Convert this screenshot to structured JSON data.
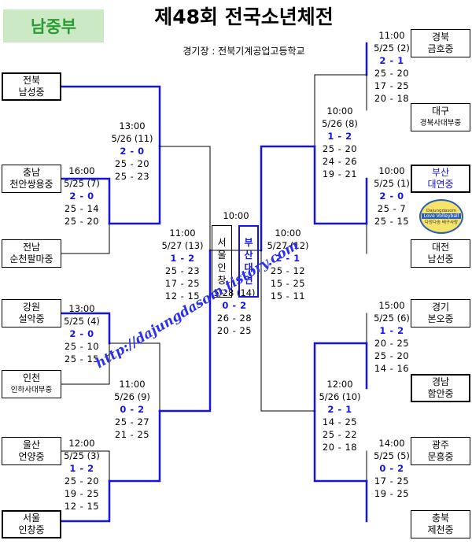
{
  "header": {
    "division": "남중부",
    "title": "제48회 전국소년체전",
    "venue": "경기장 : 전북기계공업고등학교"
  },
  "teams": {
    "jb_namseong": [
      "전북",
      "남성중"
    ],
    "cn_cheonan": [
      "충남",
      "천안쌍용중"
    ],
    "jn_suncheon": [
      "전남",
      "순천팔마중"
    ],
    "gw_seorak": [
      "강원",
      "설악중"
    ],
    "ic_inha": [
      "인천",
      "인하사대부중"
    ],
    "us_eonyang": [
      "울산",
      "언양중"
    ],
    "se_inchang": [
      "서울",
      "인창중"
    ],
    "gb_geumho": [
      "경북",
      "금호중"
    ],
    "dg_kyungbuk": [
      "대구",
      "경북사대부중"
    ],
    "bs_daeyeon": [
      "부산",
      "대연중"
    ],
    "dj_namseon": [
      "대전",
      "남선중"
    ],
    "gg_bono": [
      "경기",
      "본오중"
    ],
    "gn_haman": [
      "경남",
      "함안중"
    ],
    "gj_munheung": [
      "광주",
      "문흥중"
    ],
    "cb_jecheon": [
      "충북",
      "제천중"
    ]
  },
  "matches": {
    "L1": {
      "time": "16:00",
      "date": "5/25 (7)",
      "sets": [
        "2 - 0",
        "25 - 14",
        "25 - 20"
      ]
    },
    "L2": {
      "time": "13:00",
      "date": "5/25 (4)",
      "sets": [
        "2 - 0",
        "25 - 10",
        "25 - 15"
      ]
    },
    "L3": {
      "time": "12:00",
      "date": "5/25 (3)",
      "sets": [
        "1 - 2",
        "25 - 20",
        "19 - 25",
        "12 - 15"
      ]
    },
    "L4": {
      "time": "13:00",
      "date": "5/26 (11)",
      "sets": [
        "2 - 0",
        "25 - 20",
        "25 - 23"
      ]
    },
    "L5": {
      "time": "11:00",
      "date": "5/26 (9)",
      "sets": [
        "0 - 2",
        "25 - 27",
        "21 - 25"
      ]
    },
    "LS": {
      "time": "11:00",
      "date": "5/27 (13)",
      "sets": [
        "1 - 2",
        "25 - 23",
        "17 - 25",
        "12 - 15"
      ]
    },
    "F": {
      "time": "10:00",
      "date": "5/28 (14)",
      "sets": [
        "0 - 2",
        "26 - 28",
        "20 - 25"
      ]
    },
    "RS": {
      "time": "10:00",
      "date": "5/27 (12)",
      "sets": [
        "2 - 1",
        "25 - 12",
        "15 - 25",
        "15 - 11"
      ]
    },
    "R1": {
      "time": "11:00",
      "date": "5/25 (2)",
      "sets": [
        "2 - 1",
        "25 - 20",
        "17 - 25",
        "20 - 18"
      ]
    },
    "R2": {
      "time": "10:00",
      "date": "5/25 (1)",
      "sets": [
        "2 - 0",
        "25 - 7",
        "25 - 15"
      ]
    },
    "R3": {
      "time": "15:00",
      "date": "5/25 (6)",
      "sets": [
        "1 - 2",
        "20 - 25",
        "25 - 20",
        "14 - 16"
      ]
    },
    "R4": {
      "time": "14:00",
      "date": "5/25 (5)",
      "sets": [
        "0 - 2",
        "17 - 25",
        "19 - 25"
      ]
    },
    "R5": {
      "time": "10:00",
      "date": "5/26 (8)",
      "sets": [
        "1 - 2",
        "25 - 20",
        "24 - 26",
        "19 - 21"
      ]
    },
    "R6": {
      "time": "12:00",
      "date": "5/26 (10)",
      "sets": [
        "2 - 1",
        "14 - 25",
        "25 - 22",
        "20 - 18"
      ]
    }
  },
  "finalists": {
    "left": [
      "서",
      "울",
      "인",
      "창"
    ],
    "right": [
      "부",
      "산",
      "대",
      "연"
    ]
  },
  "logo": {
    "top": "Dajungdasom",
    "mid": "Love Volleyball",
    "bottom": "다정다솜 배구사랑"
  },
  "watermark": "http://dajungdasom.tistory.com",
  "colors": {
    "blue": "#1515e0",
    "badge_bg": "#cbe9c5",
    "badge_text": "#2a9b32"
  }
}
